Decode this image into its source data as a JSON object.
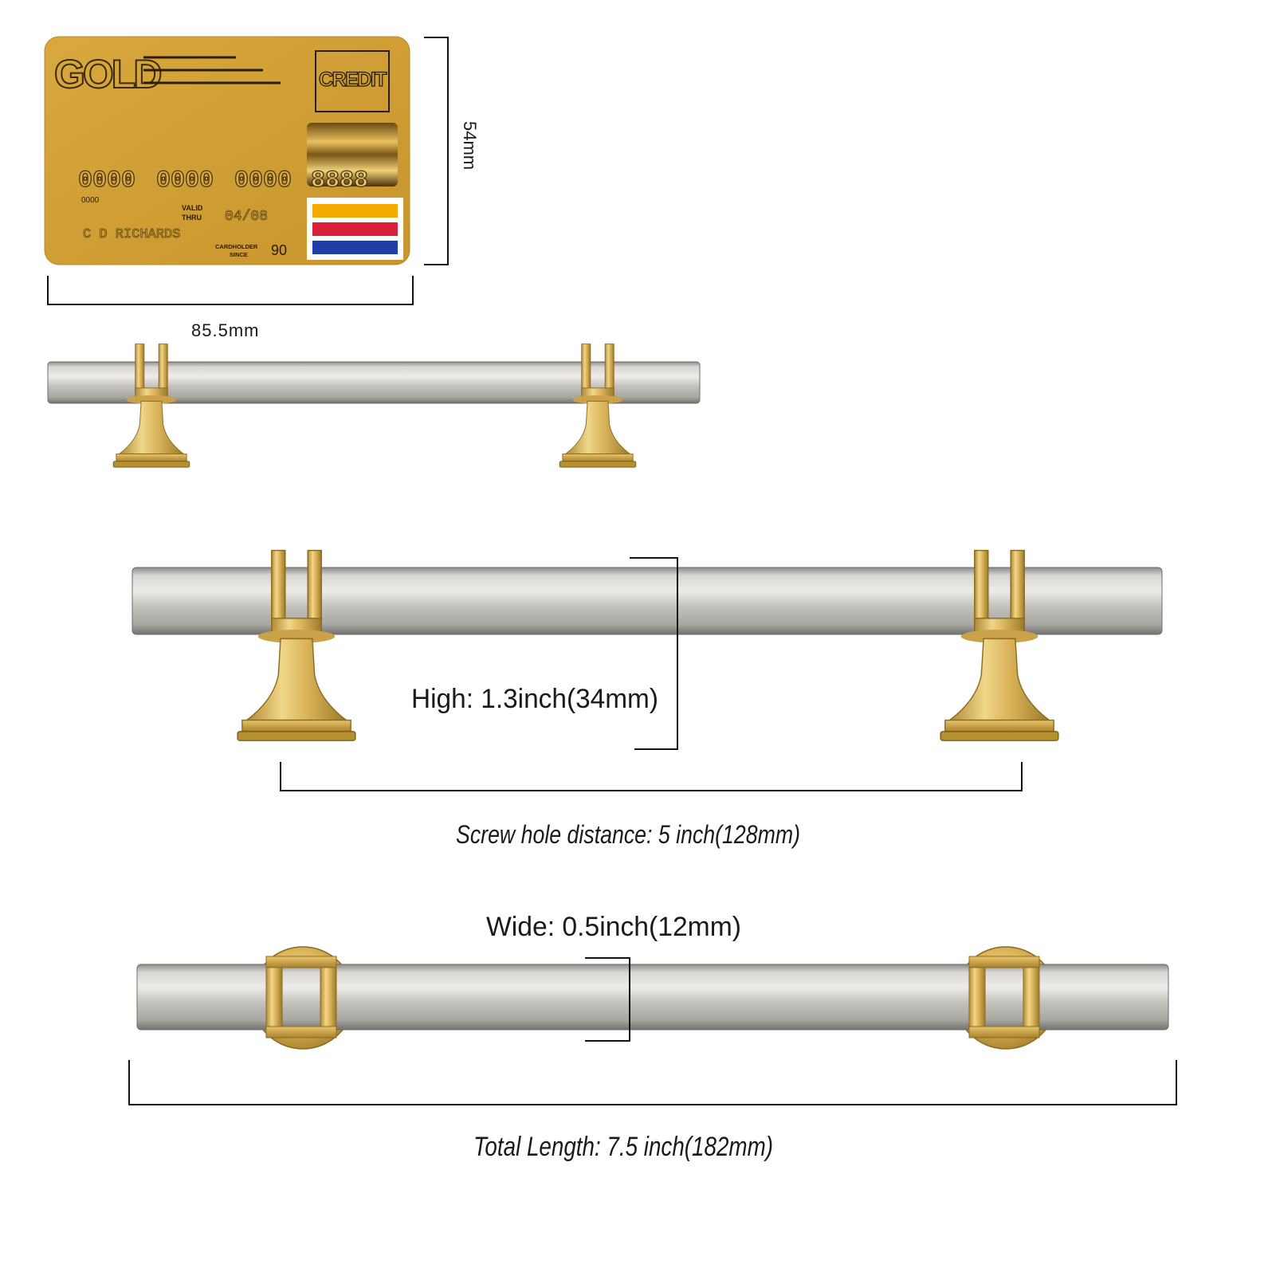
{
  "card": {
    "brand": "GOLD",
    "type": "CREDIT",
    "number_groups": [
      "0000",
      "0000",
      "0000",
      "8888"
    ],
    "small_code": "0000",
    "valid_label_1": "VALID",
    "valid_label_2": "THRU",
    "expiry": "04/08",
    "holder_name": "C D RICHARDS",
    "since_label_1": "CARDHOLDER",
    "since_label_2": "SINCE",
    "since_year": "90",
    "stripe_colors": [
      "#f2a900",
      "#d9203a",
      "#1f3ea8"
    ]
  },
  "dimensions": {
    "card_height": "54mm",
    "card_width": "85.5mm",
    "height": "High: 1.3inch(34mm)",
    "screw_hole_distance": "Screw hole distance: 5 inch(128mm)",
    "width": "Wide: 0.5inch(12mm)",
    "total_length": "Total Length: 7.5 inch(182mm)"
  },
  "colors": {
    "card_gold": "#d4a23c",
    "brass": "#d9b45a",
    "steel": "#c8c6c2"
  }
}
